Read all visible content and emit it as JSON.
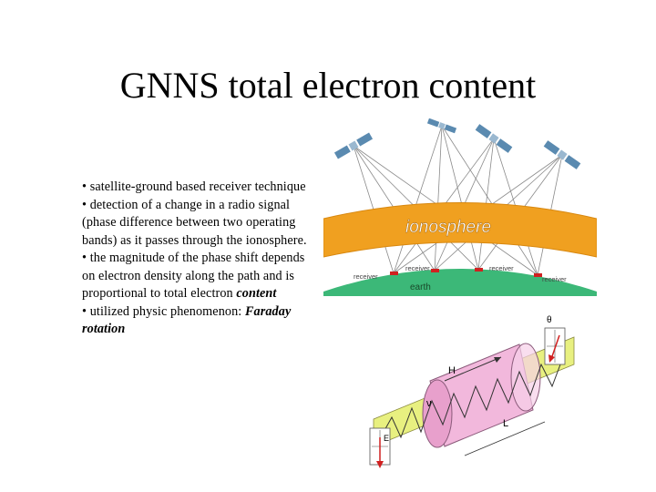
{
  "slide": {
    "title": "GNNS total electron content",
    "bullets": [
      {
        "text": "• satellite-ground based receiver technique"
      },
      {
        "text": "• detection of a change in a radio signal (phase difference between two operating bands) as it passes through the ionosphere."
      },
      {
        "pre": "• the magnitude of the phase shift depends on electron density along the path and is proportional to total electron ",
        "em": "content"
      },
      {
        "pre": "• utilized physic phenomenon: ",
        "em": "Faraday rotation"
      }
    ]
  },
  "ionosphere_figure": {
    "band_label": "ionosphere",
    "ground_label": "earth",
    "receiver_labels": [
      "receiver",
      "receiver",
      "receiver",
      "receiver"
    ],
    "colors": {
      "ionosphere": "#f0a020",
      "earth": "#3cb878",
      "rays": "#8a8a8a",
      "satellite_panel": "#5a8ab0"
    }
  },
  "faraday_figure": {
    "labels": {
      "theta": "θ",
      "field": "H",
      "frequency": "ν",
      "length": "L",
      "efield": "E"
    },
    "colors": {
      "cylinder": "#f2b8dc",
      "band": "#e8f080",
      "arrow": "#d02020"
    }
  }
}
